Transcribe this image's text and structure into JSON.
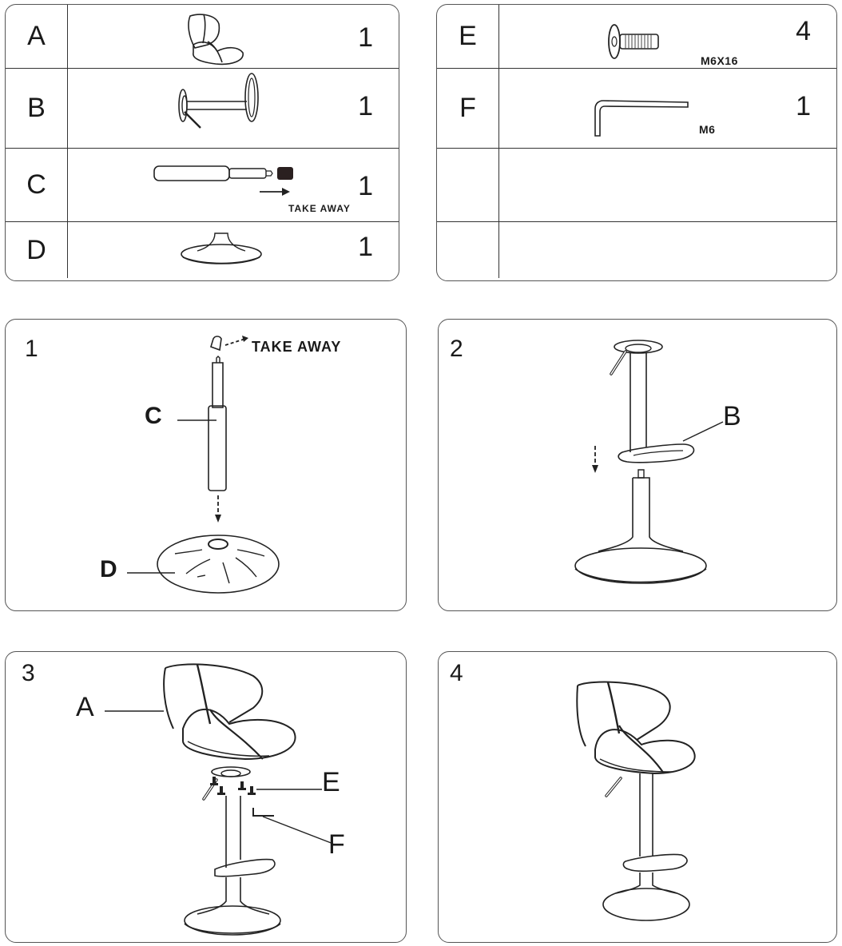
{
  "parts_table_left": {
    "rows": [
      {
        "letter": "A",
        "qty": "1",
        "part": "seat-and-backrest"
      },
      {
        "letter": "B",
        "qty": "1",
        "part": "column-with-footrest"
      },
      {
        "letter": "C",
        "qty": "1",
        "part": "gas-cylinder",
        "note": "TAKE AWAY"
      },
      {
        "letter": "D",
        "qty": "1",
        "part": "round-base"
      }
    ]
  },
  "parts_table_right": {
    "rows": [
      {
        "letter": "E",
        "qty": "4",
        "part": "bolt",
        "spec": "M6X16"
      },
      {
        "letter": "F",
        "qty": "1",
        "part": "allen-key",
        "spec": "M6"
      },
      {
        "letter": "",
        "qty": "",
        "part": ""
      },
      {
        "letter": "",
        "qty": "",
        "part": ""
      }
    ]
  },
  "steps": [
    {
      "number": "1",
      "labels": {
        "c": "C",
        "d": "D"
      },
      "note": "TAKE AWAY"
    },
    {
      "number": "2",
      "labels": {
        "b": "B"
      }
    },
    {
      "number": "3",
      "labels": {
        "a": "A",
        "e": "E",
        "f": "F"
      }
    },
    {
      "number": "4"
    }
  ]
}
